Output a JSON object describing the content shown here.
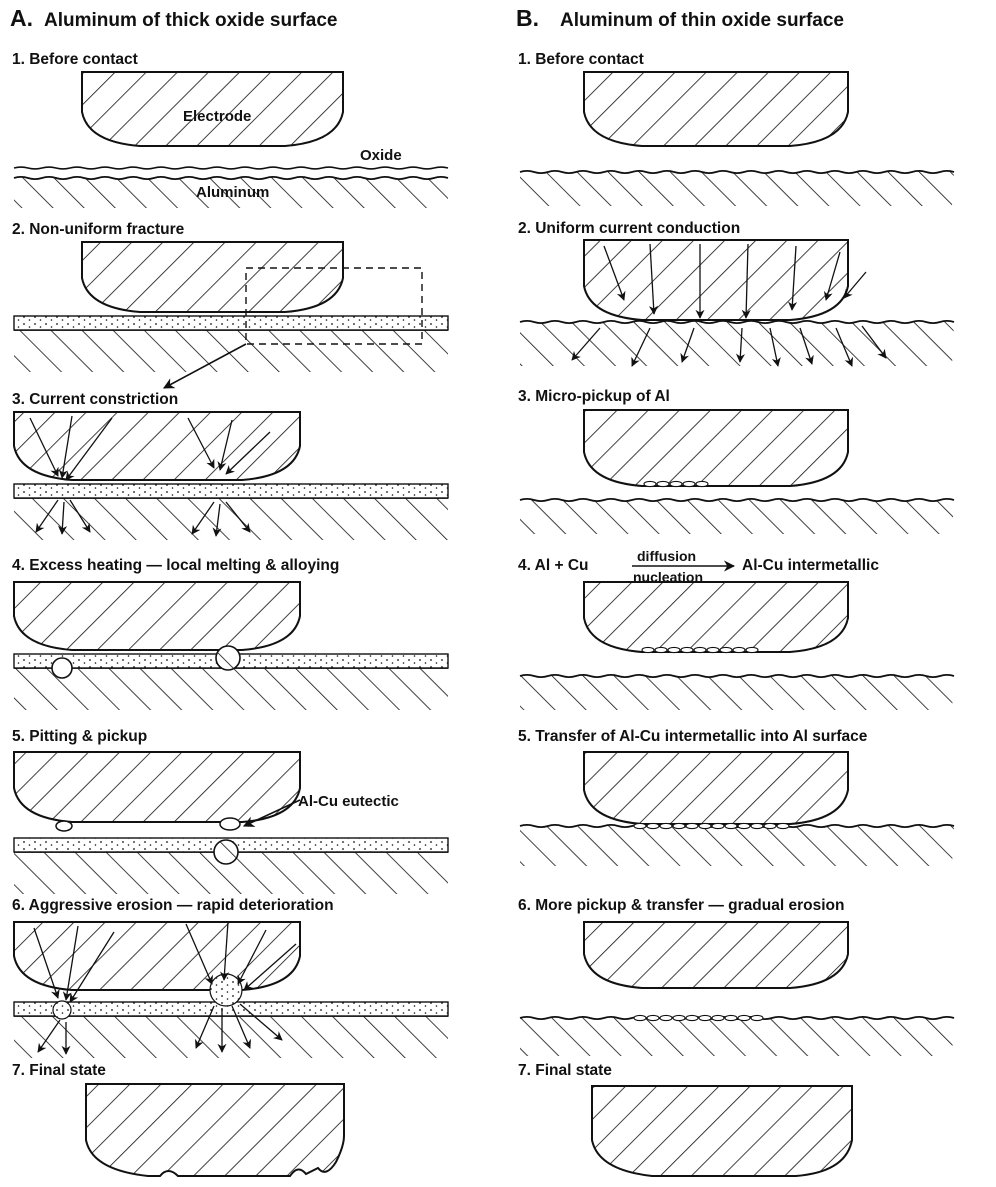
{
  "panel_a": {
    "letter": "A.",
    "title": "Aluminum of thick oxide surface",
    "steps": [
      "1.  Before contact",
      "2.  Non-uniform fracture",
      "3.  Current constriction",
      "4.  Excess heating — local melting & alloying",
      "5.  Pitting & pickup",
      "6.  Aggressive erosion — rapid deterioration",
      "7.  Final state"
    ],
    "labels": {
      "electrode": "Electrode",
      "oxide": "Oxide",
      "aluminum": "Aluminum",
      "eutectic": "Al-Cu eutectic"
    }
  },
  "panel_b": {
    "letter": "B.",
    "title": "Aluminum of thin oxide surface",
    "steps": [
      "1.  Before contact",
      "2.  Uniform current conduction",
      "3.  Micro-pickup of Al",
      "4.  Al + Cu",
      "5.  Transfer of Al-Cu intermetallic into Al surface",
      "6.  More pickup & transfer — gradual erosion",
      "7.  Final state"
    ],
    "step4": {
      "over_arrow": "diffusion",
      "under_arrow": "nucleation",
      "product": "Al-Cu intermetallic"
    }
  },
  "colors": {
    "ink": "#111111",
    "background": "#ffffff"
  }
}
